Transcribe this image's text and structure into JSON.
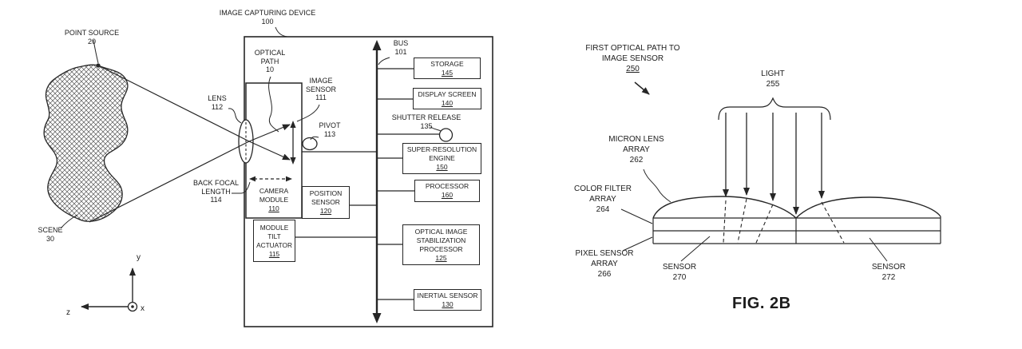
{
  "palette": {
    "ink": "#262626",
    "background": "#ffffff"
  },
  "fig1": {
    "device": {
      "line1": "IMAGE CAPTURING DEVICE",
      "num": "100"
    },
    "point_source": {
      "line1": "POINT SOURCE",
      "num": "20"
    },
    "scene": {
      "line1": "SCENE",
      "num": "30"
    },
    "lens": {
      "line1": "LENS",
      "num": "112"
    },
    "optical_path": {
      "line1": "OPTICAL",
      "line2": "PATH",
      "num": "10"
    },
    "image_sensor": {
      "line1": "IMAGE",
      "line2": "SENSOR",
      "num": "111"
    },
    "pivot": {
      "line1": "PIVOT",
      "num": "113"
    },
    "back_focal": {
      "line1": "BACK FOCAL",
      "line2": "LENGTH",
      "num": "114"
    },
    "bus": {
      "line1": "BUS",
      "num": "101"
    },
    "shutter_release": {
      "line1": "SHUTTER RELEASE",
      "num": "135"
    },
    "camera_module": {
      "line1": "CAMERA",
      "line2": "MODULE",
      "num": "110"
    },
    "position_sensor": {
      "line1": "POSITION",
      "line2": "SENSOR",
      "num": "120"
    },
    "module_tilt_actuator": {
      "line1": "MODULE",
      "line2": "TILT",
      "line3": "ACTUATOR",
      "num": "115"
    },
    "boxes": {
      "storage": {
        "line1": "STORAGE",
        "num": "145"
      },
      "display_screen": {
        "line1": "DISPLAY SCREEN",
        "num": "140"
      },
      "super_resolution": {
        "line1": "SUPER-RESOLUTION",
        "line2": "ENGINE",
        "num": "150"
      },
      "processor": {
        "line1": "PROCESSOR",
        "num": "160"
      },
      "ois": {
        "line1": "OPTICAL IMAGE",
        "line2": "STABILIZATION",
        "line3": "PROCESSOR",
        "num": "125"
      },
      "inertial": {
        "line1": "INERTIAL SENSOR",
        "num": "130"
      }
    },
    "axes": {
      "x": "x",
      "y": "y",
      "z": "z"
    }
  },
  "fig2": {
    "first_optical_path": {
      "line1": "FIRST OPTICAL PATH TO",
      "line2": "IMAGE SENSOR",
      "num": "250"
    },
    "light": {
      "line1": "LIGHT",
      "num": "255"
    },
    "micron_lens": {
      "line1": "MICRON LENS",
      "line2": "ARRAY",
      "num": "262"
    },
    "color_filter": {
      "line1": "COLOR FILTER",
      "line2": "ARRAY",
      "num": "264"
    },
    "pixel_sensor": {
      "line1": "PIXEL SENSOR",
      "line2": "ARRAY",
      "num": "266"
    },
    "sensor_left": {
      "line1": "SENSOR",
      "num": "270"
    },
    "sensor_right": {
      "line1": "SENSOR",
      "num": "272"
    },
    "caption": "FIG. 2B"
  }
}
